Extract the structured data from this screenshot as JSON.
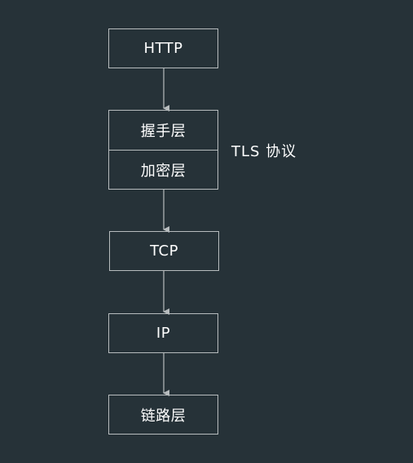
{
  "diagram": {
    "layers": {
      "http": "HTTP",
      "handshake": "握手层",
      "encryption": "加密层",
      "tcp": "TCP",
      "ip": "IP",
      "link": "链路层"
    },
    "group_label": "TLS 协议",
    "colors": {
      "background": "#263238",
      "stroke": "#b7bcbe",
      "text": "#ffffff"
    }
  }
}
